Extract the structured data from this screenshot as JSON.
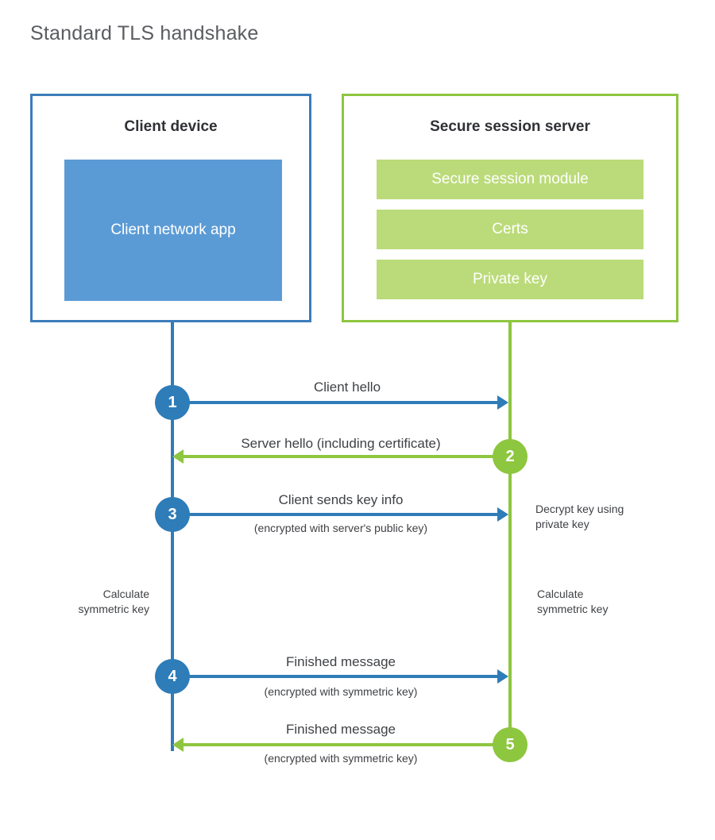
{
  "title": "Standard TLS handshake",
  "colors": {
    "client_border": "#3c7cba",
    "client_fill": "#5b9bd5",
    "client_line": "#2e7cb8",
    "server_border": "#8dc63f",
    "server_fill": "#bbdb7a",
    "server_line": "#8dc63f",
    "title_text": "#5a5c60",
    "body_text": "#3f4145",
    "background": "#ffffff"
  },
  "client": {
    "title": "Client device",
    "app_label": "Client network app"
  },
  "server": {
    "title": "Secure session server",
    "blocks": [
      {
        "label": "Secure session module"
      },
      {
        "label": "Certs"
      },
      {
        "label": "Private key"
      }
    ]
  },
  "steps": [
    {
      "number": "1",
      "label": "Client hello",
      "sub": "",
      "direction": "client-to-server",
      "color": "blue"
    },
    {
      "number": "2",
      "label": "Server hello (including certificate)",
      "sub": "",
      "direction": "server-to-client",
      "color": "green"
    },
    {
      "number": "3",
      "label": "Client sends key info",
      "sub": "(encrypted with server's public key)",
      "direction": "client-to-server",
      "color": "blue"
    },
    {
      "number": "4",
      "label": "Finished message",
      "sub": "(encrypted with symmetric key)",
      "direction": "client-to-server",
      "color": "blue"
    },
    {
      "number": "5",
      "label": "Finished message",
      "sub": "(encrypted with symmetric key)",
      "direction": "server-to-client",
      "color": "green"
    }
  ],
  "annotations": {
    "decrypt_note_line1": "Decrypt key using",
    "decrypt_note_line2": "private key",
    "client_calc_line1": "Calculate",
    "client_calc_line2": "symmetric key",
    "server_calc_line1": "Calculate",
    "server_calc_line2": "symmetric key"
  }
}
